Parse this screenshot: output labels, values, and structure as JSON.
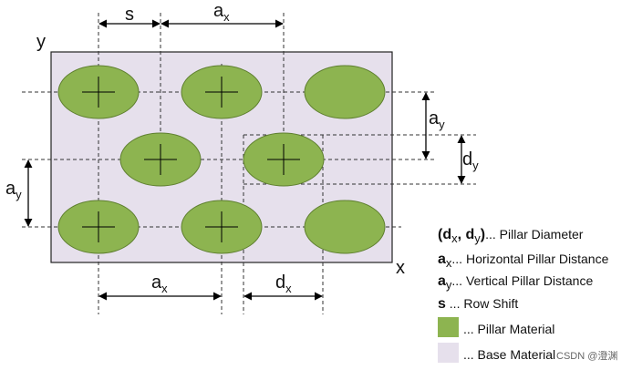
{
  "colors": {
    "pillar": "#8db450",
    "pillar_stroke": "#5e7f2f",
    "base": "#e6e0ec",
    "base_stroke": "#222222"
  },
  "axes": {
    "x": "x",
    "y": "y"
  },
  "dimensions": {
    "s": "s",
    "a": "a",
    "d": "d",
    "sub_x": "x",
    "sub_y": "y"
  },
  "legend": {
    "diameter": {
      "open": "(d",
      "sub1": "x",
      "comma": ", d",
      "sub2": "y",
      "close": ")",
      "text": "... Pillar Diameter"
    },
    "horizontal": {
      "sym": "a",
      "sub": "x",
      "text": "... Horizontal Pillar Distance"
    },
    "vertical": {
      "sym": "a",
      "sub": "y",
      "text": "... Vertical Pillar Distance"
    },
    "shift": {
      "sym": "s",
      "text": " ... Row Shift"
    },
    "pillar_material": "... Pillar Material",
    "base_material": "... Base Material"
  },
  "watermark": "CSDN @澄渊"
}
